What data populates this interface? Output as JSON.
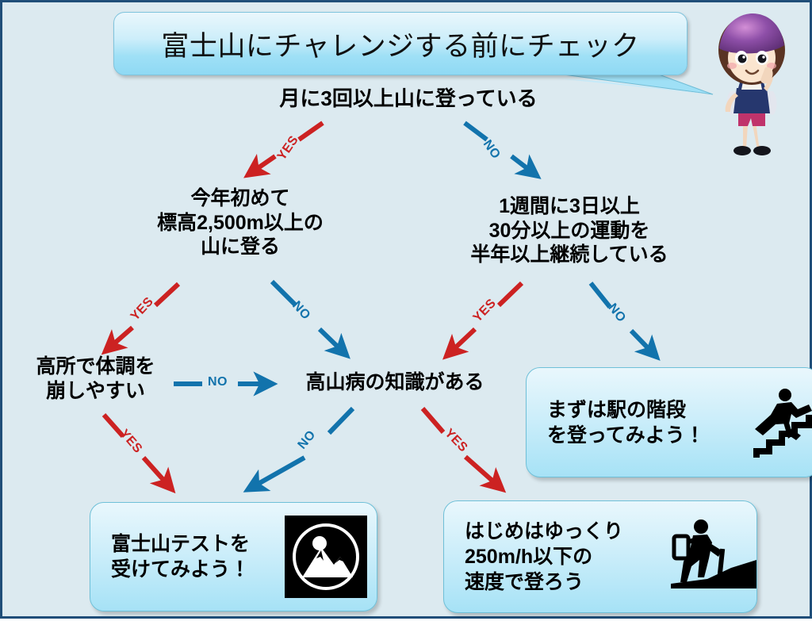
{
  "page": {
    "title": "富士山にチャレンジする前にチェック",
    "background_color": "#dceaf0",
    "border_color": "#1f4e79",
    "yes_color": "#cc2222",
    "no_color": "#1273ac",
    "box_fill_color": "#a6e2f6"
  },
  "nodes": {
    "q1": "月に3回以上山に登っている",
    "q2": "今年初めて\n標高2,500m以上の\n山に登る",
    "q3": "1週間に3日以上\n30分以上の運動を\n半年以上継続している",
    "q4": "高所で体調を\n崩しやすい",
    "q5": "高山病の知識がある"
  },
  "results": {
    "stairs": {
      "text": "まずは駅の階段\nを登ってみよう！",
      "icon": "person-climbing-stairs-icon"
    },
    "test": {
      "text": "富士山テストを\n受けてみよう！",
      "icon": "mountain-sun-badge-icon"
    },
    "slow": {
      "text": "はじめはゆっくり\n250m/h以下の\n速度で登ろう",
      "icon": "hiker-with-pole-icon"
    }
  },
  "arrows": [
    {
      "id": "q1-yes",
      "label": "YES",
      "branch": "yes",
      "from": "q1",
      "to": "q2"
    },
    {
      "id": "q1-no",
      "label": "NO",
      "branch": "no",
      "from": "q1",
      "to": "q3"
    },
    {
      "id": "q2-yes",
      "label": "YES",
      "branch": "yes",
      "from": "q2",
      "to": "q4"
    },
    {
      "id": "q2-no",
      "label": "NO",
      "branch": "no",
      "from": "q2",
      "to": "q5"
    },
    {
      "id": "q3-yes",
      "label": "YES",
      "branch": "yes",
      "from": "q3",
      "to": "q5"
    },
    {
      "id": "q3-no",
      "label": "NO",
      "branch": "no",
      "from": "q3",
      "to": "stairs"
    },
    {
      "id": "q4-no",
      "label": "NO",
      "branch": "no",
      "from": "q4",
      "to": "q5"
    },
    {
      "id": "q4-yes",
      "label": "YES",
      "branch": "yes",
      "from": "q4",
      "to": "test"
    },
    {
      "id": "q5-no",
      "label": "NO",
      "branch": "no",
      "from": "q5",
      "to": "test"
    },
    {
      "id": "q5-yes",
      "label": "YES",
      "branch": "yes",
      "from": "q5",
      "to": "slow"
    }
  ],
  "character": {
    "name": "mascot-girl-with-bandana"
  }
}
